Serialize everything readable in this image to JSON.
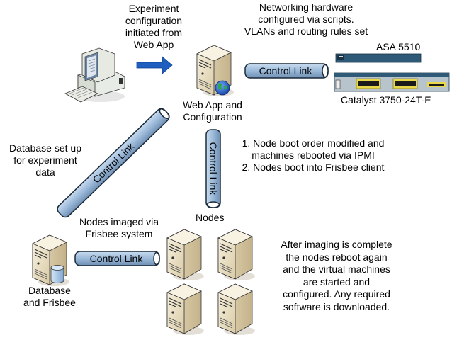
{
  "diagram": {
    "annotations": {
      "experiment_config": [
        "Experiment",
        "configuration",
        "initiated from",
        "Web App"
      ],
      "networking_hw": [
        "Networking hardware",
        "configured via scripts.",
        "VLANs and routing rules set"
      ],
      "database_setup": [
        "Database set up",
        "for experiment",
        "data"
      ],
      "boot_steps": [
        "1. Node boot order modified and",
        "machines rebooted via IPMI",
        "2. Nodes boot into Frisbee client"
      ],
      "nodes_imaged": [
        "Nodes imaged via",
        "Frisbee system"
      ],
      "after_imaging": [
        "After imaging is complete",
        "the nodes reboot again",
        "and the virtual machines",
        "are started and",
        "configured. Any required",
        "software is downloaded."
      ]
    },
    "nodes": {
      "workstation": {
        "icon": "desktop-computer-icon"
      },
      "web_app": {
        "label": [
          "Web App and",
          "Configuration"
        ],
        "icon": "server-globe-icon"
      },
      "asa": {
        "label": "ASA 5510",
        "icon": "firewall-appliance-icon"
      },
      "catalyst": {
        "label": "Catalyst 3750-24T-E",
        "icon": "network-switch-icon"
      },
      "database": {
        "label": [
          "Database",
          "and Frisbee"
        ],
        "icon": "server-database-icon"
      },
      "nodes_group": {
        "label": "Nodes",
        "count": 4,
        "icon": "server-tower-icon"
      }
    },
    "links": [
      {
        "id": "webapp-to-network",
        "label": "Control Link"
      },
      {
        "id": "webapp-to-database",
        "label": "Control Link"
      },
      {
        "id": "webapp-to-nodes",
        "label": "Control Link"
      },
      {
        "id": "database-to-nodes",
        "label": "Control Link"
      }
    ],
    "colors": {
      "pipe_fill": "#9ab8d8",
      "pipe_stroke": "#1a2a3a",
      "arrow": "#1f5fbf",
      "server_body": "#efe6cf",
      "switch_body": "#2e5a78"
    }
  }
}
